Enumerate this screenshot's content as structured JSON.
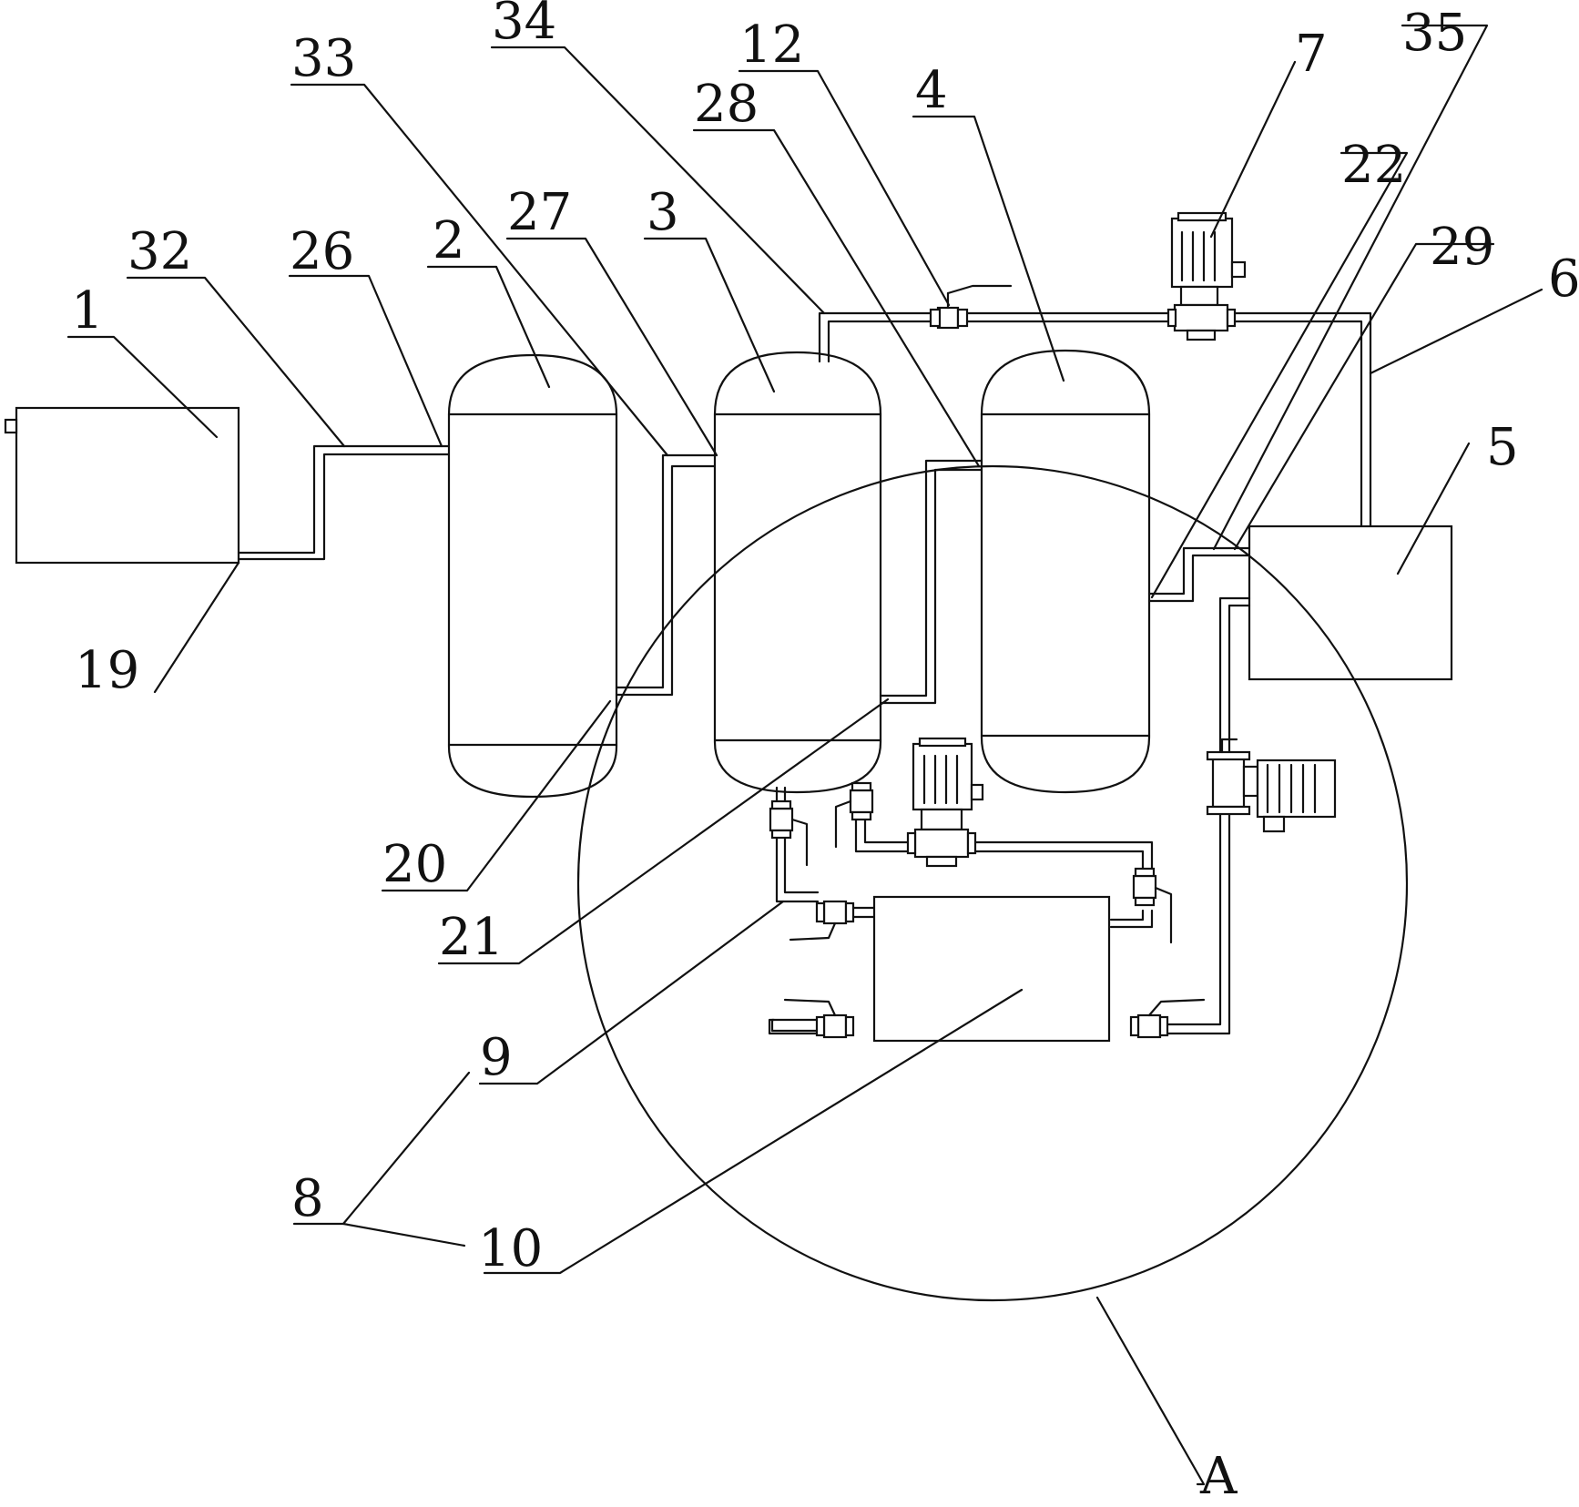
{
  "labels": {
    "l1": "1",
    "l2": "2",
    "l3": "3",
    "l4": "4",
    "l5": "5",
    "l6": "6",
    "l7": "7",
    "l8": "8",
    "l9": "9",
    "l10": "10",
    "l12": "12",
    "l19": "19",
    "l20": "20",
    "l21": "21",
    "l22": "22",
    "l26": "26",
    "l27": "27",
    "l28": "28",
    "l29": "29",
    "l32": "32",
    "l33": "33",
    "l34": "34",
    "l35": "35",
    "lA": "A"
  }
}
